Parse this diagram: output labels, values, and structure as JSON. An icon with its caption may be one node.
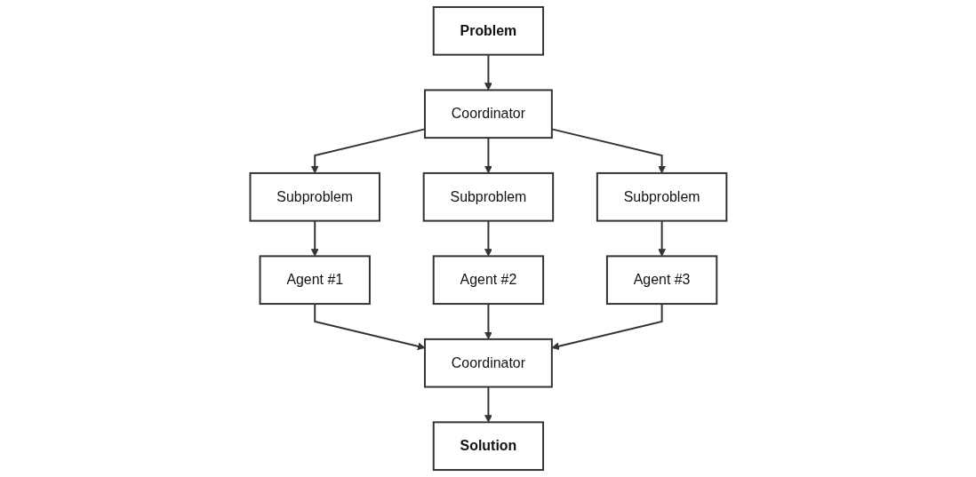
{
  "diagram": {
    "nodes": [
      {
        "text": [
          "Problem"
        ]
      },
      {
        "text": [
          "Coordinator"
        ]
      },
      {
        "text": [
          "Subproblem"
        ]
      },
      {
        "text": [
          "Subproblem"
        ]
      },
      {
        "text": [
          "Subproblem"
        ]
      },
      {
        "text": [
          "Agent #1"
        ]
      },
      {
        "text": [
          "Agent #2"
        ]
      },
      {
        "text": [
          "Agent #3"
        ]
      },
      {
        "text": [
          "Coordinator"
        ]
      },
      {
        "text": [
          "Solution"
        ]
      }
    ],
    "edges": [
      {
        "from": 0,
        "to": 1,
        "arrow": "to"
      },
      {
        "from": 1,
        "to": 2,
        "arrow": "to"
      },
      {
        "from": 1,
        "to": 3,
        "arrow": "to"
      },
      {
        "from": 1,
        "to": 4,
        "arrow": "to"
      },
      {
        "from": 2,
        "to": 5,
        "arrow": "to"
      },
      {
        "from": 3,
        "to": 6,
        "arrow": "to"
      },
      {
        "from": 4,
        "to": 7,
        "arrow": "to"
      },
      {
        "from": 5,
        "to": 8,
        "arrow": "to"
      },
      {
        "from": 6,
        "to": 8,
        "arrow": "to"
      },
      {
        "from": 7,
        "to": 8,
        "arrow": "to"
      },
      {
        "from": 8,
        "to": 9,
        "arrow": "to"
      }
    ]
  }
}
